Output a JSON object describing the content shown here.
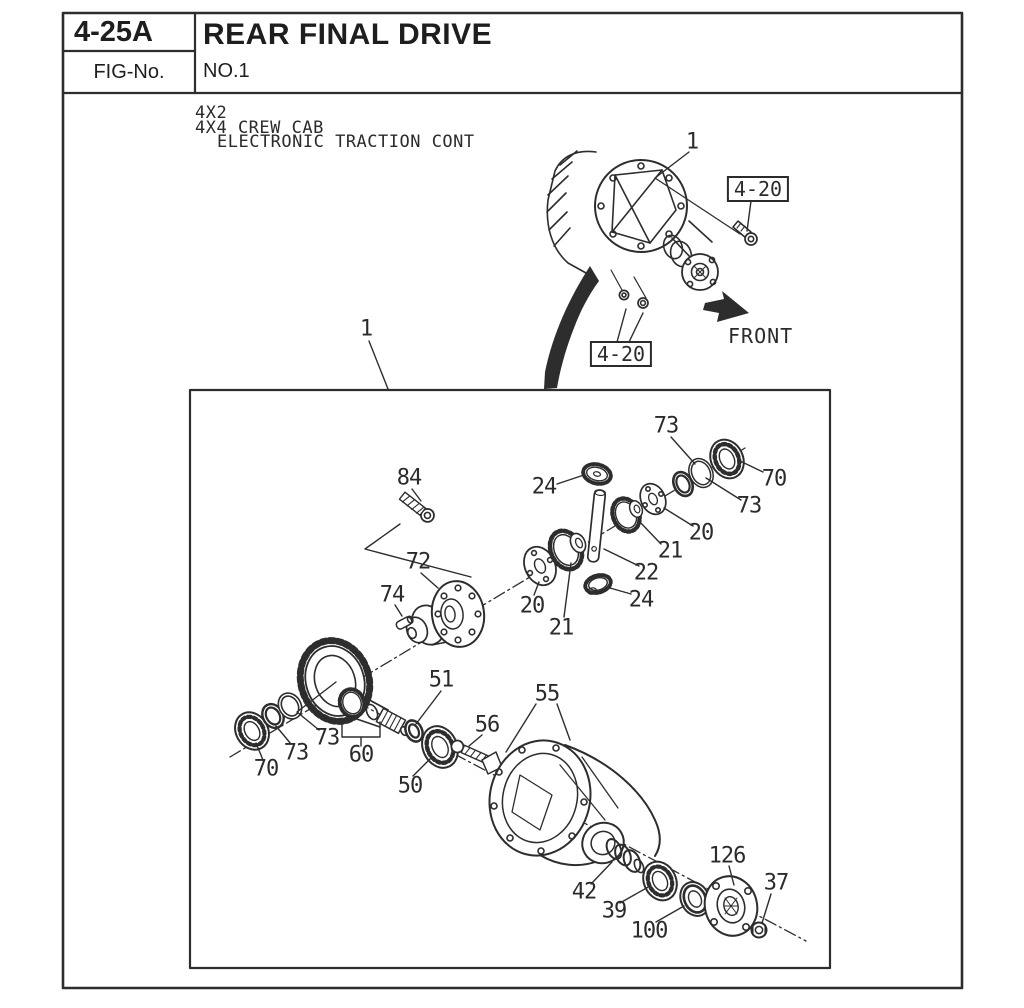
{
  "header": {
    "code": "4-25A",
    "title": "REAR FINAL DRIVE",
    "fig_label": "FIG-No.",
    "fig_value": "NO.1"
  },
  "notes": {
    "variants": [
      "4X2",
      "4X4 CREW CAB",
      "ELECTRONIC TRACTION CONT"
    ]
  },
  "diagram": {
    "front_label": "FRONT",
    "ref_boxes": [
      {
        "id": "ref-top",
        "label": "4-20"
      },
      {
        "id": "ref-bottom",
        "label": "4-20"
      }
    ],
    "callouts": [
      {
        "id": "1-assembly",
        "label": "1"
      },
      {
        "id": "1-detail",
        "label": "1"
      },
      {
        "id": "84",
        "label": "84"
      },
      {
        "id": "72",
        "label": "72"
      },
      {
        "id": "74",
        "label": "74"
      },
      {
        "id": "24-a",
        "label": "24"
      },
      {
        "id": "20-a",
        "label": "20"
      },
      {
        "id": "21-a",
        "label": "21"
      },
      {
        "id": "73-a",
        "label": "73"
      },
      {
        "id": "70-a",
        "label": "70"
      },
      {
        "id": "73-b",
        "label": "73"
      },
      {
        "id": "20-b",
        "label": "20"
      },
      {
        "id": "21-b",
        "label": "21"
      },
      {
        "id": "22",
        "label": "22"
      },
      {
        "id": "24-b",
        "label": "24"
      },
      {
        "id": "51",
        "label": "51"
      },
      {
        "id": "55",
        "label": "55"
      },
      {
        "id": "56",
        "label": "56"
      },
      {
        "id": "73-c",
        "label": "73"
      },
      {
        "id": "73-d",
        "label": "73"
      },
      {
        "id": "70-b",
        "label": "70"
      },
      {
        "id": "60",
        "label": "60"
      },
      {
        "id": "50",
        "label": "50"
      },
      {
        "id": "42",
        "label": "42"
      },
      {
        "id": "39",
        "label": "39"
      },
      {
        "id": "100",
        "label": "100"
      },
      {
        "id": "126",
        "label": "126"
      },
      {
        "id": "37",
        "label": "37"
      }
    ]
  },
  "colors": {
    "ink": "#2d2d2d",
    "paper": "#ffffff"
  }
}
